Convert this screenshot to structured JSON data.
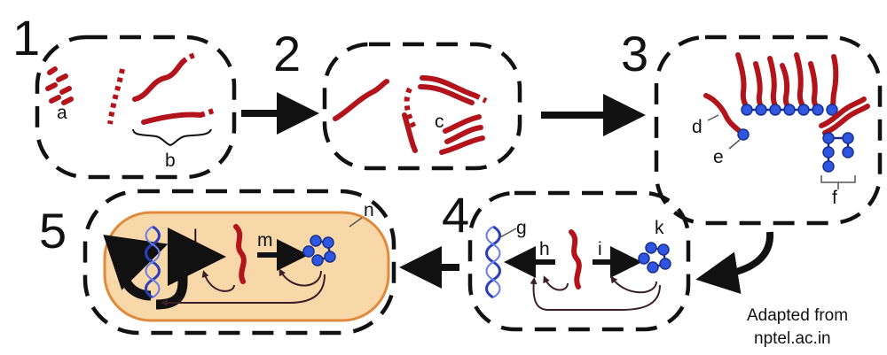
{
  "steps": [
    "1",
    "2",
    "3",
    "4",
    "5"
  ],
  "labels": {
    "a": "a",
    "b": "b",
    "c": "c",
    "d": "d",
    "e": "e",
    "f": "f",
    "g": "g",
    "h": "h",
    "i": "i",
    "k": "k",
    "l": "l",
    "m": "m",
    "n": "n"
  },
  "credit": {
    "line1": "Adapted from",
    "line2": "nptel.ac.in"
  },
  "colors": {
    "rna": "#b3141c",
    "amino_acid": "#2f56e0",
    "dna": "#2a3fb8",
    "cell_fill": "#f8d7a8",
    "cell_border": "#e08a3c",
    "outline": "#111111"
  }
}
